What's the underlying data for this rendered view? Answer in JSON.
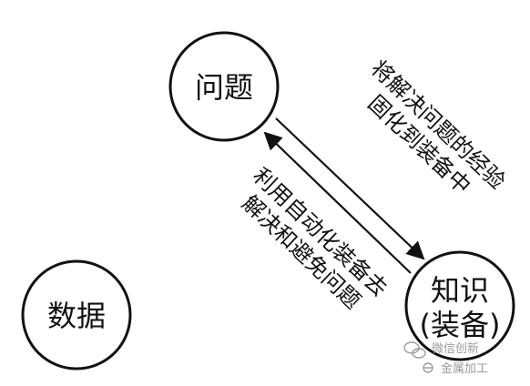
{
  "nodes": {
    "problem": "问题",
    "data": "数据",
    "knowledge_line1": "知识",
    "knowledge_line2": "(装备)"
  },
  "edges": {
    "top_line1": "将解决问题的经验",
    "top_line2": "固化到装备中",
    "bottom_line1": "利用自动化装备去",
    "bottom_line2": "解决和避免问题"
  },
  "watermark": {
    "line1": "微信创新",
    "line2": "金属加工"
  },
  "colors": {
    "stroke": "#111111",
    "watermark": "#8a8a8a"
  }
}
